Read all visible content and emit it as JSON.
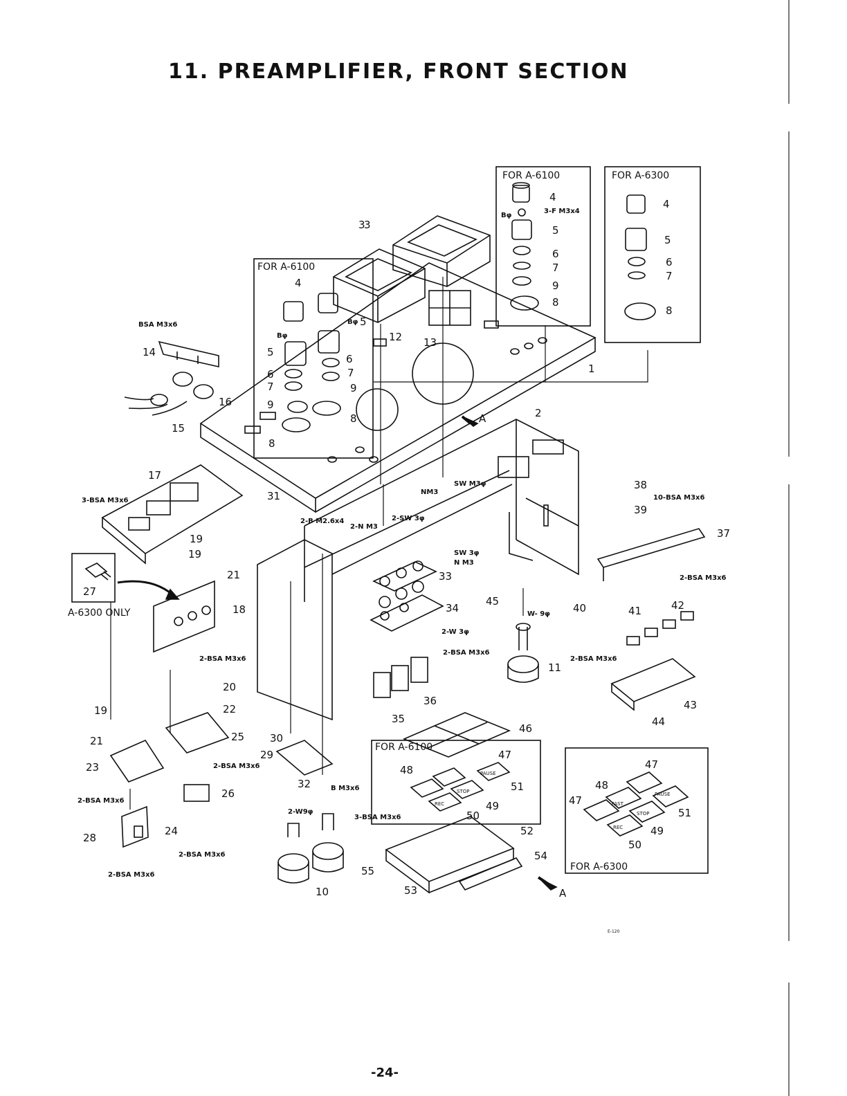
{
  "title": "11.  PREAMPLIFIER, FRONT SECTION",
  "page_number": "-24-",
  "drawing_code": "E-120",
  "boxes": [
    {
      "id": "box_a6100_top",
      "label": "FOR A-6100"
    },
    {
      "id": "box_a6300_top",
      "label": "FOR A-6300"
    },
    {
      "id": "box_a6100_left",
      "label": "FOR A-6100"
    },
    {
      "id": "box_a6100_bottom",
      "label": "FOR A-6100"
    },
    {
      "id": "box_a6300_bottom",
      "label": "FOR A-6300"
    },
    {
      "id": "box_27",
      "label": "A-6300 ONLY"
    }
  ],
  "part_labels": [
    {
      "text": "1"
    },
    {
      "text": "2"
    },
    {
      "text": "3"
    },
    {
      "text": "4"
    },
    {
      "text": "5"
    },
    {
      "text": "6"
    },
    {
      "text": "7"
    },
    {
      "text": "8"
    },
    {
      "text": "9"
    },
    {
      "text": "10"
    },
    {
      "text": "11"
    },
    {
      "text": "12"
    },
    {
      "text": "13"
    },
    {
      "text": "14"
    },
    {
      "text": "15"
    },
    {
      "text": "16"
    },
    {
      "text": "17"
    },
    {
      "text": "18"
    },
    {
      "text": "19"
    },
    {
      "text": "20"
    },
    {
      "text": "21"
    },
    {
      "text": "22"
    },
    {
      "text": "23"
    },
    {
      "text": "24"
    },
    {
      "text": "25"
    },
    {
      "text": "26"
    },
    {
      "text": "27"
    },
    {
      "text": "28"
    },
    {
      "text": "29"
    },
    {
      "text": "30"
    },
    {
      "text": "31"
    },
    {
      "text": "32"
    },
    {
      "text": "33"
    },
    {
      "text": "34"
    },
    {
      "text": "35"
    },
    {
      "text": "36"
    },
    {
      "text": "37"
    },
    {
      "text": "38"
    },
    {
      "text": "39"
    },
    {
      "text": "40"
    },
    {
      "text": "41"
    },
    {
      "text": "42"
    },
    {
      "text": "43"
    },
    {
      "text": "44"
    },
    {
      "text": "45"
    },
    {
      "text": "46"
    },
    {
      "text": "47"
    },
    {
      "text": "48"
    },
    {
      "text": "49"
    },
    {
      "text": "50"
    },
    {
      "text": "51"
    },
    {
      "text": "52"
    },
    {
      "text": "53"
    },
    {
      "text": "54"
    },
    {
      "text": "55"
    },
    {
      "text": "A"
    }
  ],
  "hardware_labels": [
    "BSA M3x6",
    "Bφ",
    "3-F M3x4",
    "3-BSA M3x6",
    "2-B M2.6x4",
    "2-N M3",
    "2-SW 3φ",
    "SW M3φ",
    "NM3",
    "SW 3φ",
    "N M3",
    "2-W 3φ",
    "2-BSA M3x6",
    "W- 9φ",
    "10-BSA M3x6",
    "B M3x6",
    "2-W9φ",
    "3-BSA M3x6"
  ],
  "button_labels": [
    "FAST",
    "PAUSE",
    "STOP",
    "REC"
  ]
}
